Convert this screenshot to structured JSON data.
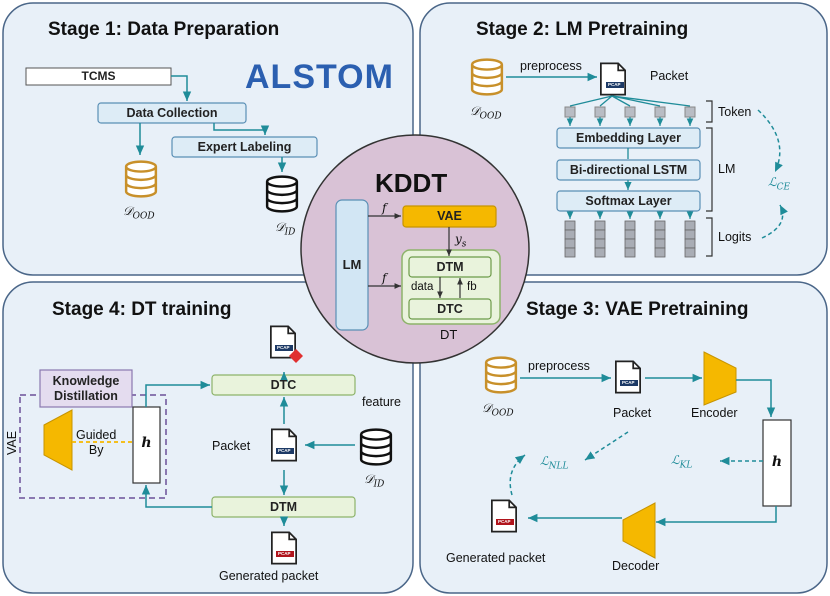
{
  "stages": {
    "s1": {
      "title": "Stage 1: Data Preparation",
      "tcms": "TCMS",
      "brand": "ALSTOM",
      "collection": "Data Collection",
      "labeling": "Expert Labeling",
      "ood": "𝒟",
      "ood_sub": "OOD",
      "id": "𝒟",
      "id_sub": "ID"
    },
    "s2": {
      "title": "Stage 2: LM Pretraining",
      "preprocess": "preprocess",
      "packet": "Packet",
      "ood": "𝒟",
      "ood_sub": "OOD",
      "token": "Token",
      "embedding": "Embedding Layer",
      "bilstm": "Bi-directional LSTM",
      "softmax": "Softmax Layer",
      "lm": "LM",
      "logits": "Logits",
      "loss": "ℒ",
      "loss_sub": "CE"
    },
    "center": {
      "title": "KDDT",
      "lm": "LM",
      "f1": "f",
      "f2": "f",
      "vae": "VAE",
      "ys": "y",
      "ys_sub": "s",
      "dtm": "DTM",
      "dtc": "DTC",
      "data": "data",
      "fb": "fb",
      "dt": "DT"
    },
    "s4": {
      "title": "Stage 4:  DT training",
      "kd": "Knowledge\nDistillation",
      "vae": "VAE",
      "guided": "Guided\nBy",
      "h": "h",
      "dtc": "DTC",
      "dtm": "DTM",
      "packet": "Packet",
      "feature": "feature",
      "id": "𝒟",
      "id_sub": "ID",
      "generated": "Generated packet"
    },
    "s3": {
      "title": "Stage 3: VAE Pretraining",
      "preprocess": "preprocess",
      "packet": "Packet",
      "encoder": "Encoder",
      "decoder": "Decoder",
      "h": "h",
      "ood": "𝒟",
      "ood_sub": "OOD",
      "kl": "ℒ",
      "kl_sub": "KL",
      "nll": "ℒ",
      "nll_sub": "NLL",
      "generated": "Generated packet"
    },
    "icons": {
      "pcap": "PCAP",
      "file": "pcap-file-icon",
      "db": "database-icon",
      "warn": "warning-icon"
    }
  },
  "colors": {
    "panel_bg": "#e8f0f8",
    "panel_border": "#4a6688",
    "teal": "#1f8c99",
    "blue_box": "#ddecf6",
    "blue_border": "#5a8fb5",
    "green_box": "#e9f3dc",
    "green_border": "#8db36a",
    "vae_yellow": "#f5b800",
    "db_gold": "#c8902a",
    "lm_blue": "#d2e6f4",
    "circle": "#d9c2d6",
    "brand_blue": "#2b5fb0",
    "kd_purple": "#8a78b0",
    "pcap_blue": "#1d3a66",
    "pcap_red": "#b0141c",
    "warn_red": "#e03030"
  }
}
